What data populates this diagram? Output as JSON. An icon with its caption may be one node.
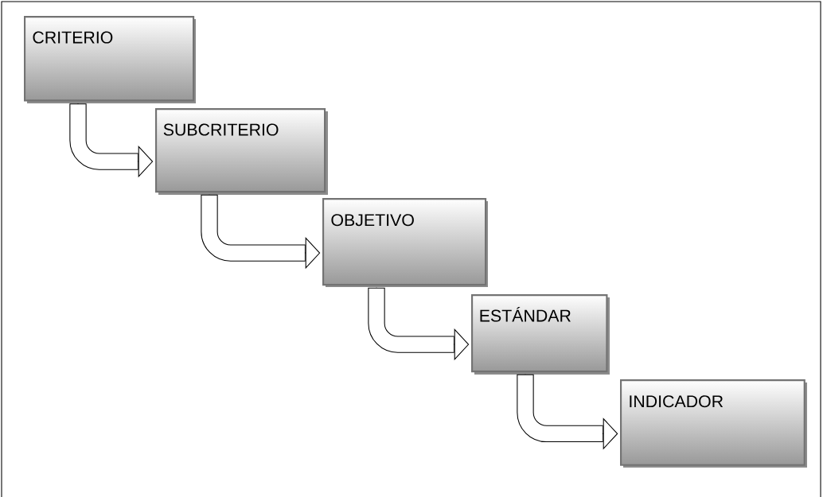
{
  "diagram": {
    "nodes": [
      {
        "text": [
          "CRITERIO"
        ]
      },
      {
        "text": [
          "SUBCRITERIO"
        ]
      },
      {
        "text": [
          "OBJETIVO"
        ]
      },
      {
        "text": [
          "ESTÁNDAR"
        ]
      },
      {
        "text": [
          "INDICADOR"
        ]
      }
    ],
    "edges": [
      {
        "from": 0,
        "to": 1,
        "arrow": "to"
      },
      {
        "from": 1,
        "to": 2,
        "arrow": "to"
      },
      {
        "from": 2,
        "to": 3,
        "arrow": "to"
      },
      {
        "from": 3,
        "to": 4,
        "arrow": "to"
      }
    ]
  }
}
